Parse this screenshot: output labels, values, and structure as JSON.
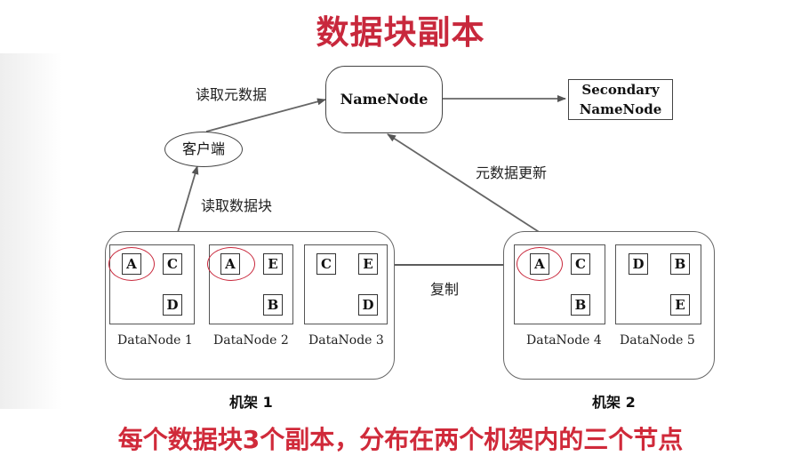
{
  "title": "数据块副本",
  "caption": "每个数据块3个副本，分布在两个机架内的三个节点",
  "namenode": "NameNode",
  "secondary": [
    "Secondary",
    "NameNode"
  ],
  "client": "客户端",
  "edge_labels": {
    "read_metadata": "读取元数据",
    "read_block": "读取数据块",
    "metadata_update": "元数据更新",
    "copy": "复制"
  },
  "racks": [
    {
      "label": "机架 1"
    },
    {
      "label": "机架 2"
    }
  ],
  "datanodes": [
    {
      "name": "DataNode 1",
      "blocks": [
        "A",
        "C",
        "D"
      ]
    },
    {
      "name": "DataNode 2",
      "blocks": [
        "A",
        "E",
        "B"
      ]
    },
    {
      "name": "DataNode 3",
      "blocks": [
        "C",
        "E",
        "D"
      ]
    },
    {
      "name": "DataNode 4",
      "blocks": [
        "A",
        "C",
        "B"
      ]
    },
    {
      "name": "DataNode 5",
      "blocks": [
        "D",
        "B",
        "E"
      ]
    }
  ],
  "highlight_color": "#c8283c"
}
